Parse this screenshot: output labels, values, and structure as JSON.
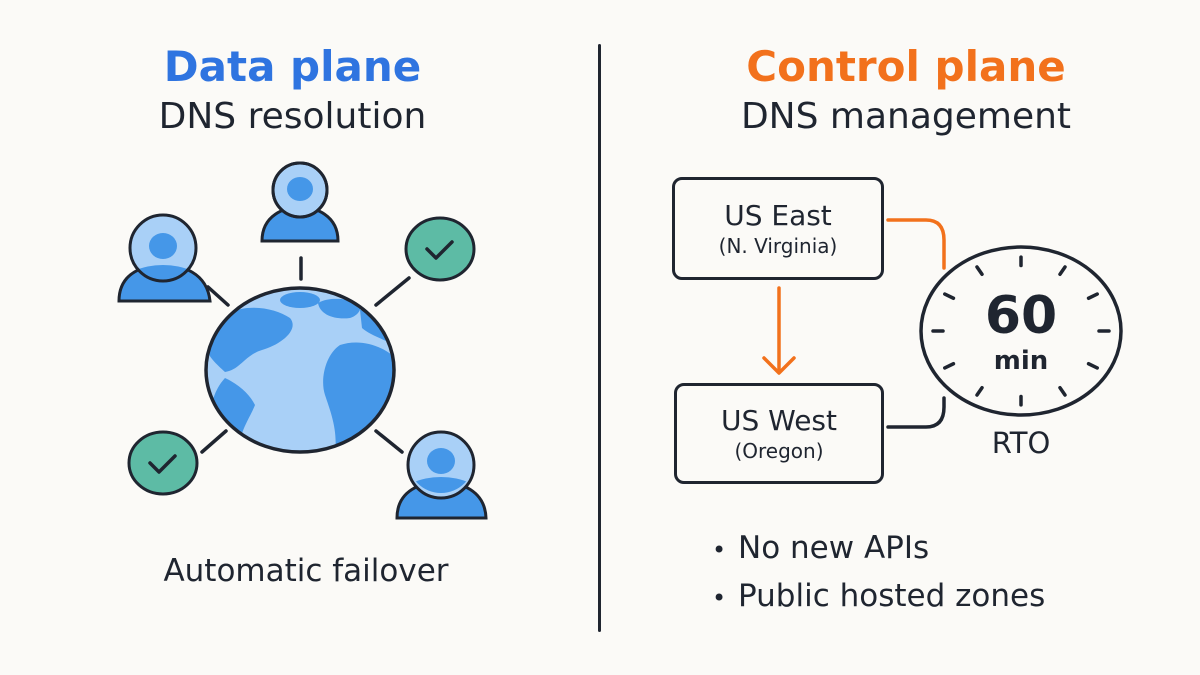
{
  "left": {
    "title": "Data plane",
    "subtitle": "DNS resolution",
    "caption": "Automatic failover",
    "nodes": [
      {
        "type": "user",
        "position": "top"
      },
      {
        "type": "user",
        "position": "top-left"
      },
      {
        "type": "check",
        "position": "top-right"
      },
      {
        "type": "check",
        "position": "bottom-left"
      },
      {
        "type": "user",
        "position": "bottom-right"
      }
    ],
    "center_icon": "globe-icon"
  },
  "right": {
    "title": "Control plane",
    "subtitle": "DNS management",
    "regions": [
      {
        "name": "US East",
        "detail": "(N. Virginia)"
      },
      {
        "name": "US West",
        "detail": "(Oregon)"
      }
    ],
    "timer": {
      "value": "60",
      "unit": "min",
      "label": "RTO"
    },
    "bullets": [
      "No new APIs",
      "Public hosted zones"
    ]
  },
  "colors": {
    "blue": "#2f74e0",
    "orange": "#f2711c",
    "ink": "#1f2530",
    "user_dark": "#4597e8",
    "user_light": "#a9d0f7",
    "check_green": "#5dbba5"
  }
}
